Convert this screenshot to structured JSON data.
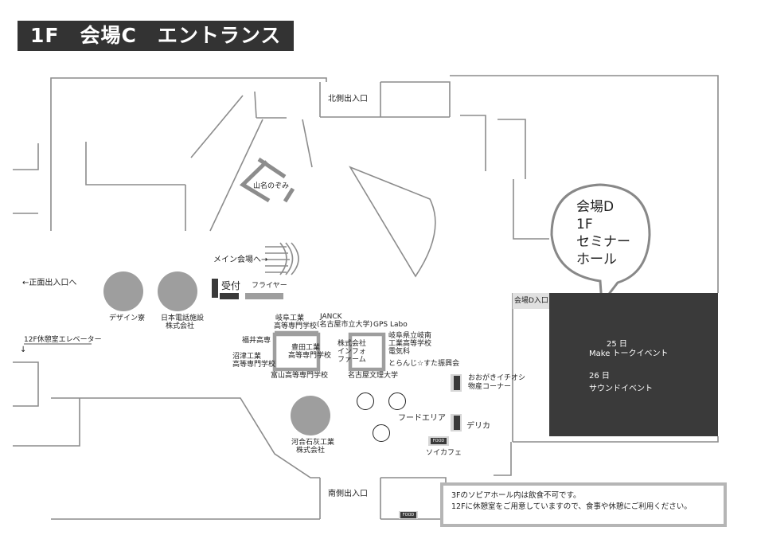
{
  "title": "1F　会場C　エントランス",
  "labels": {
    "north_entrance": "北側出入口",
    "south_entrance": "南側出入口",
    "yamana": "山名のぞみ",
    "main_hall": "メイン会場へ→",
    "front_entrance": "←正面出入口へ",
    "reception": "受付",
    "flyer": "フライヤー",
    "design": "デザイン寮",
    "ntt_line1": "日本電話施設",
    "ntt_line2": "株式会社",
    "rest_elevator": "12F休憩室エレベーター",
    "gifu_kosen_1": "岐阜工業",
    "gifu_kosen_2": "高等専門学校",
    "janck_1": "JANCK",
    "janck_2": "(名古屋市立大学)",
    "gps_labo": "GPS Labo",
    "fukui": "福井高専",
    "toyota_1": "豊田工業",
    "toyota_2": "高等専門学校",
    "infoform_1": "株式会社",
    "infoform_2": "インフォ",
    "infoform_3": "ファーム",
    "gifu_pref_1": "岐阜県立岐南",
    "gifu_pref_2": "工業高等学校",
    "gifu_pref_3": "電気科",
    "numazu_1": "沼津工業",
    "numazu_2": "高等専門学校",
    "toyama": "富山高等専門学校",
    "toranji": "とらんじ☆すた振興会",
    "nagoya_bunri": "名古屋文理大学",
    "ogaki_1": "おおがきイチオシ",
    "ogaki_2": "物産コーナー",
    "food_area": "フードエリア",
    "delica": "デリカ",
    "soika": "ソイカフェ",
    "kawai_1": "河合石灰工業",
    "kawai_2": "株式会社",
    "food_tag": "FOOD",
    "venue_d_entrance": "会場D入口"
  },
  "venue_d": {
    "bubble_line1": "会場D",
    "bubble_line2": "1F",
    "bubble_line3": "セミナー",
    "bubble_line4": "ホール",
    "day1": "25 日",
    "event1": "Make トークイベント",
    "day2": "26 日",
    "event2": "サウンドイベント"
  },
  "notice": {
    "line1": "3Fのソピアホール内は飲食不可です。",
    "line2": "12Fに休憩室をご用意していますので、食事や休憩にご利用ください。"
  },
  "colors": {
    "dark": "#3a3a3a",
    "booth_gray": "#9e9e9e",
    "wall": "#8c8c8c",
    "notice_border": "#b5b5b5"
  }
}
